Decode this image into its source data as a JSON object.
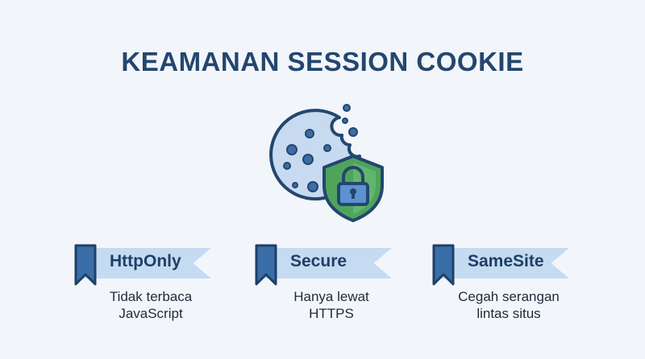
{
  "title": "KEAMANAN SESSION COOKIE",
  "hero": {
    "icons": [
      "cookie-icon",
      "shield-lock-icon"
    ]
  },
  "features": [
    {
      "label": "HttpOnly",
      "desc": "Tidak terbaca JavaScript",
      "icon": "bookmark-icon"
    },
    {
      "label": "Secure",
      "desc": "Hanya lewat HTTPS",
      "icon": "bookmark-icon"
    },
    {
      "label": "SameSite",
      "desc": "Cegah serangan lintas situs",
      "icon": "bookmark-icon"
    }
  ],
  "colors": {
    "title": "#24466e",
    "ribbon": "#c5dbf2",
    "bookmark": "#3a6ea8",
    "cookie": "#c8daf0",
    "shield": "#4fa45c"
  }
}
